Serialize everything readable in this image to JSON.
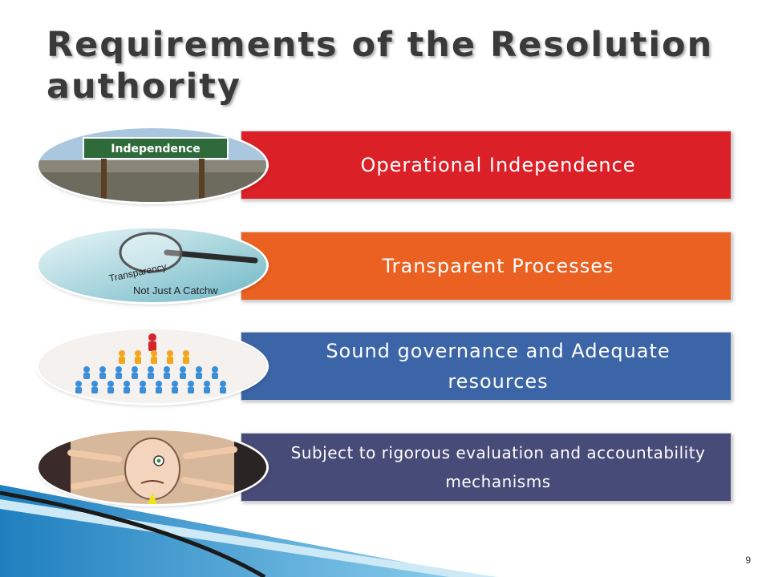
{
  "slide": {
    "title": "Requirements of the Resolution authority",
    "page_number": "9"
  },
  "items": [
    {
      "label": "Operational Independence",
      "color": "#dc2027",
      "image": {
        "icon": "road-sign-icon",
        "sign_text": "Independence"
      }
    },
    {
      "label": "Transparent Processes",
      "color": "#eb6121",
      "image": {
        "icon": "magnifying-glass-icon",
        "lens_text": "Transparency",
        "caption_text": "Not Just A Catchw"
      }
    },
    {
      "label": "Sound governance and Adequate resources",
      "color": "#3c65a8",
      "image": {
        "icon": "org-hierarchy-icon"
      }
    },
    {
      "label": "Subject to rigorous evaluation and accountability mechanisms",
      "color": "#474b78",
      "image": {
        "icon": "pointing-fingers-icon"
      }
    }
  ],
  "theme": {
    "accent_blue": "#1f7fbf",
    "accent_light_blue": "#8fd0ee",
    "dark": "#1a1a1a"
  }
}
